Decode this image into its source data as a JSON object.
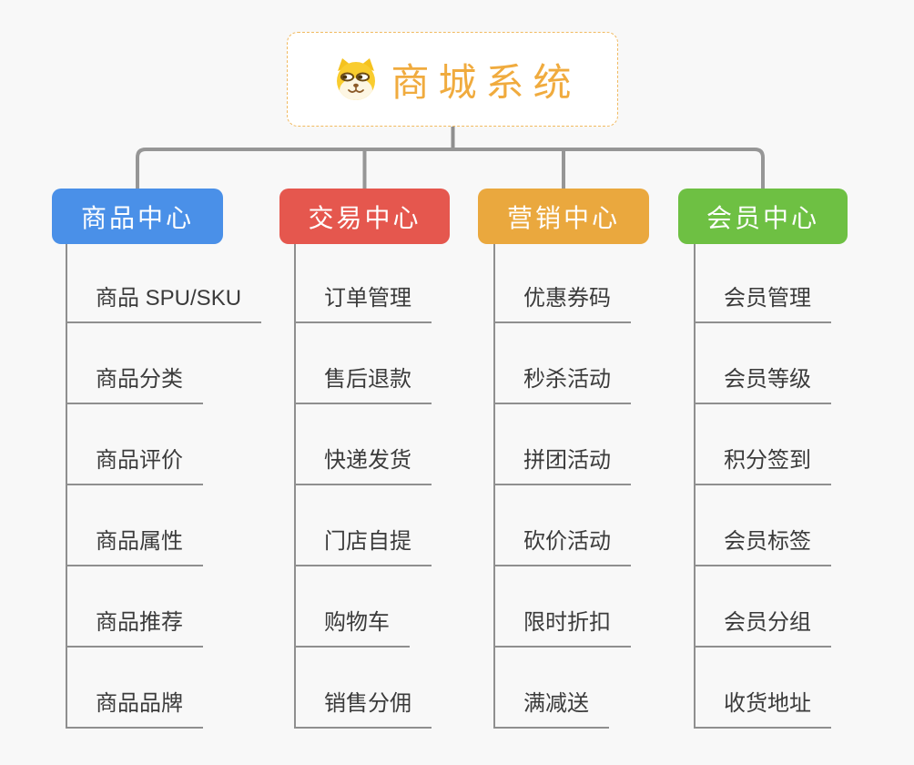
{
  "root": {
    "title": "商城系统",
    "icon": "dog-face-icon"
  },
  "branches": [
    {
      "label": "商品中心",
      "color": "#4a90e8",
      "items": [
        "商品 SPU/SKU",
        "商品分类",
        "商品评价",
        "商品属性",
        "商品推荐",
        "商品品牌"
      ]
    },
    {
      "label": "交易中心",
      "color": "#e5574e",
      "items": [
        "订单管理",
        "售后退款",
        "快递发货",
        "门店自提",
        "购物车",
        "销售分佣"
      ]
    },
    {
      "label": "营销中心",
      "color": "#eaa83e",
      "items": [
        "优惠券码",
        "秒杀活动",
        "拼团活动",
        "砍价活动",
        "限时折扣",
        "满减送"
      ]
    },
    {
      "label": "会员中心",
      "color": "#6ec043",
      "items": [
        "会员管理",
        "会员等级",
        "积分签到",
        "会员标签",
        "会员分组",
        "收货地址"
      ]
    }
  ],
  "colors": {
    "background": "#f8f8f8",
    "connector": "#969696",
    "leaf_line": "#8f8f8f",
    "root_text": "#f0ab3e",
    "root_border": "#f1ba60",
    "leaf_text": "#3b3b3b"
  }
}
